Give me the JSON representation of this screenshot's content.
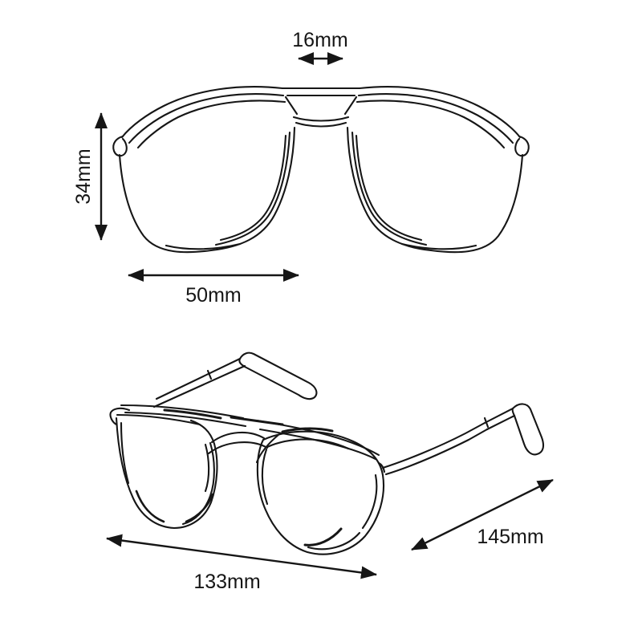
{
  "diagram": {
    "background_color": "#ffffff",
    "line_color": "#161616",
    "front_view": {
      "bridge_width_label": "16mm",
      "lens_height_label": "34mm",
      "lens_width_label": "50mm"
    },
    "perspective_view": {
      "frame_width_label": "133mm",
      "temple_length_label": "145mm"
    }
  }
}
